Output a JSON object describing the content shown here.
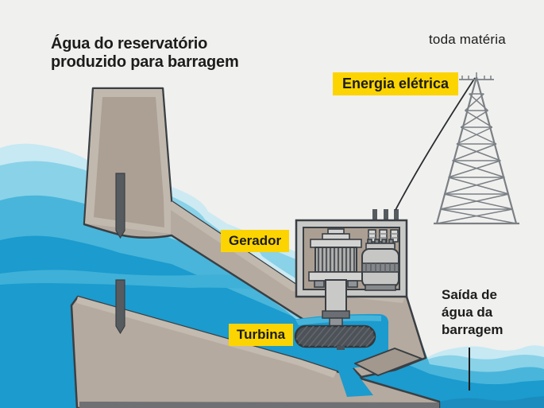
{
  "labels": {
    "title_line1": "Água do reservatório",
    "title_line2": "produzido para barragem",
    "brand": "toda matéria",
    "energia": "Energia elétrica",
    "gerador": "Gerador",
    "turbina": "Turbina",
    "saida_line1": "Saída de",
    "saida_line2": "água da",
    "saida_line3": "barragem"
  },
  "palette": {
    "background": "#f0f0ee",
    "label_highlight_yellow": "#fcd402",
    "text_dark": "#1c1c1a",
    "water_base": "#1b9bce",
    "water_light_band": "#8ad2e8",
    "water_lightest_band": "#c6e9f3",
    "water_mid_band": "#49b5da",
    "water_dark_band": "#1b8cbd",
    "concrete_tan": "#b5aa9f",
    "concrete_light": "#c3bab0",
    "outline_dark": "#3a3f44",
    "steel_dark": "#565b60",
    "machine_light_gray": "#c9c9c7",
    "tower_gray": "#7b8085"
  }
}
